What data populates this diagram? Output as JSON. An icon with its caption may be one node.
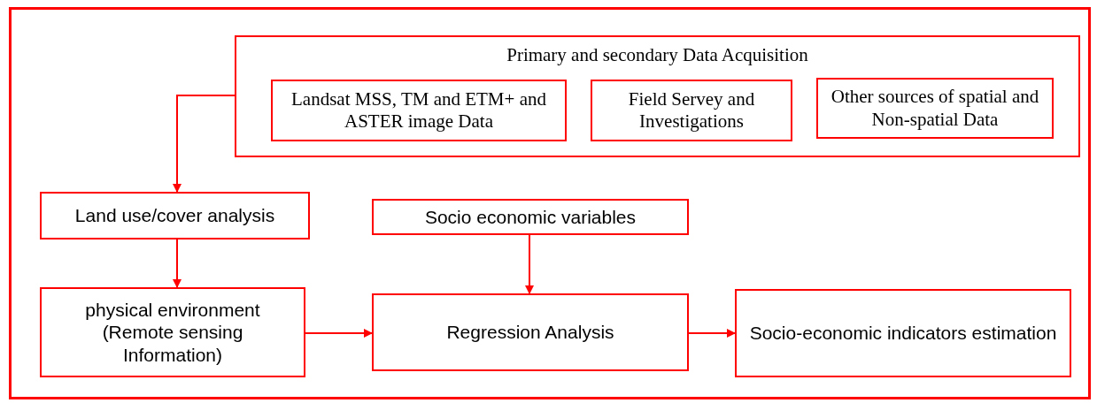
{
  "diagram": {
    "nodes": [
      {
        "text": [
          "Primary and secondary Data Acquisition"
        ]
      },
      {
        "text": [
          "Landsat MSS, TM and ETM+ and ASTER image Data"
        ],
        "in": 0
      },
      {
        "text": [
          "Field Servey and Investigations"
        ],
        "in": 0
      },
      {
        "text": [
          "Other sources of spatial and Non-spatial Data"
        ],
        "in": 0
      },
      {
        "text": [
          "Land use/cover analysis"
        ]
      },
      {
        "text": [
          "Socio economic variables"
        ]
      },
      {
        "text": [
          "physical environment (Remote sensing Information)"
        ]
      },
      {
        "text": [
          "Regression Analysis"
        ]
      },
      {
        "text": [
          "Socio-economic indicators estimation"
        ]
      }
    ],
    "edges": [
      {
        "from": 0,
        "to": 4,
        "arrow": "to"
      },
      {
        "from": 4,
        "to": 6,
        "arrow": "to"
      },
      {
        "from": 5,
        "to": 7,
        "arrow": "to"
      },
      {
        "from": 6,
        "to": 7,
        "arrow": "to"
      },
      {
        "from": 7,
        "to": 8,
        "arrow": "to"
      }
    ]
  }
}
